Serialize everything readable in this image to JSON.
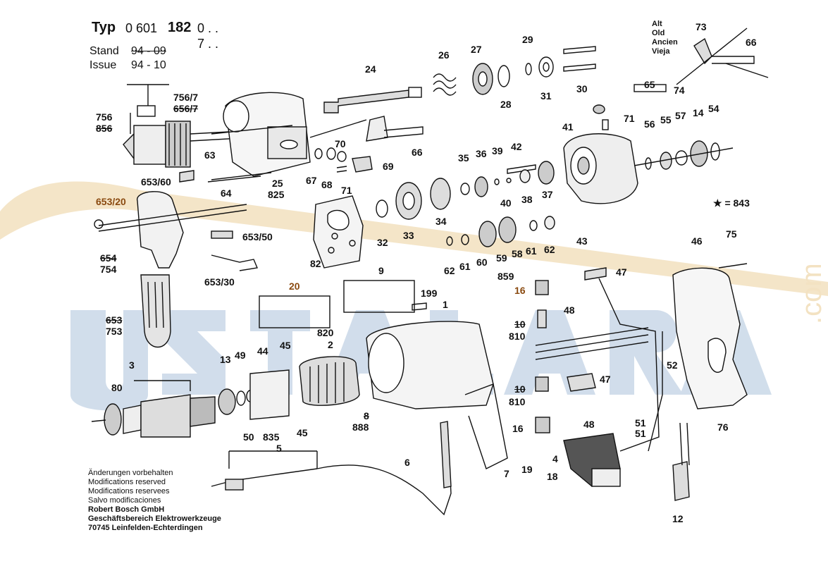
{
  "header": {
    "typ_label": "Typ",
    "typ_number": "0 601",
    "typ_number_bold": "182",
    "typ_suffix1": "0 . .",
    "typ_suffix2": "7 . .",
    "stand_label": "Stand",
    "stand_value": "94 - 09",
    "issue_label": "Issue",
    "issue_value": "94 - 10"
  },
  "alt_legend": [
    "Alt",
    "Old",
    "Ancien",
    "Vieja"
  ],
  "star_legend": "★ = 843",
  "footer": {
    "lines": [
      "Änderungen vorbehalten",
      "Modifications reserved",
      "Modifications reservees",
      "Salvo modificaciones"
    ],
    "company_lines": [
      "Robert Bosch GmbH",
      "Geschäftsbereich Elektrowerkzeuge",
      "70745 Leinfelden-Echterdingen"
    ]
  },
  "watermark": {
    "text": "USTALARA",
    "suffix": ".com",
    "colors": {
      "letters": "#c9d8e8",
      "arc": "#f3e2c2"
    }
  },
  "part_labels": {
    "p756_7": "756/7",
    "p656_7": "656/7",
    "p756": "756",
    "p656": "856",
    "p63": "63",
    "p64": "64",
    "p25": "25",
    "p825": "825",
    "p24": "24",
    "p26": "26",
    "p27": "27",
    "p28": "28",
    "p29": "29",
    "p31": "31",
    "p30": "30",
    "p67": "67",
    "p68": "68",
    "p70": "70",
    "p71": "71",
    "p69": "69",
    "p66a": "66",
    "p653_60": "653/60",
    "p653_20": "653/20",
    "p653_50": "653/50",
    "p654": "654",
    "p754": "754",
    "p653_30": "653/30",
    "p653": "653",
    "p753": "753",
    "p82": "82",
    "p32": "32",
    "p33": "33",
    "p34": "34",
    "p35": "35",
    "p36": "36",
    "p39": "39",
    "p42": "42",
    "p40": "40",
    "p38": "38",
    "p37": "37",
    "p41": "41",
    "p71b": "71",
    "p43": "43",
    "p56": "56",
    "p55": "55",
    "p57": "57",
    "p14": "14",
    "p54": "54",
    "p73": "73",
    "p66b": "66",
    "p65": "65",
    "p74": "74",
    "p62a": "62",
    "p61a": "61",
    "p60": "60",
    "p59": "59",
    "p58": "58",
    "p61b": "61",
    "p62b": "62",
    "p859": "859",
    "p20": "20",
    "p9": "9",
    "p199": "199",
    "p1": "1",
    "p820": "820",
    "p2": "2",
    "p45a": "45",
    "p44": "44",
    "p49": "49",
    "p13": "13",
    "p3": "3",
    "p80": "80",
    "p50": "50",
    "p835": "835",
    "p45b": "45",
    "p8": "8",
    "p888": "888",
    "p5": "5",
    "p6": "6",
    "p7": "7",
    "p19": "19",
    "p18": "18",
    "p4": "4",
    "p47a": "47",
    "p16a": "16",
    "p48a": "48",
    "p10a": "10",
    "p810a": "810",
    "p47b": "47",
    "p10b": "10",
    "p810b": "810",
    "p16b": "16",
    "p48b": "48",
    "p46": "46",
    "p75": "75",
    "p52": "52",
    "p76": "76",
    "p51a": "51",
    "p51b": "51",
    "p12": "12"
  }
}
